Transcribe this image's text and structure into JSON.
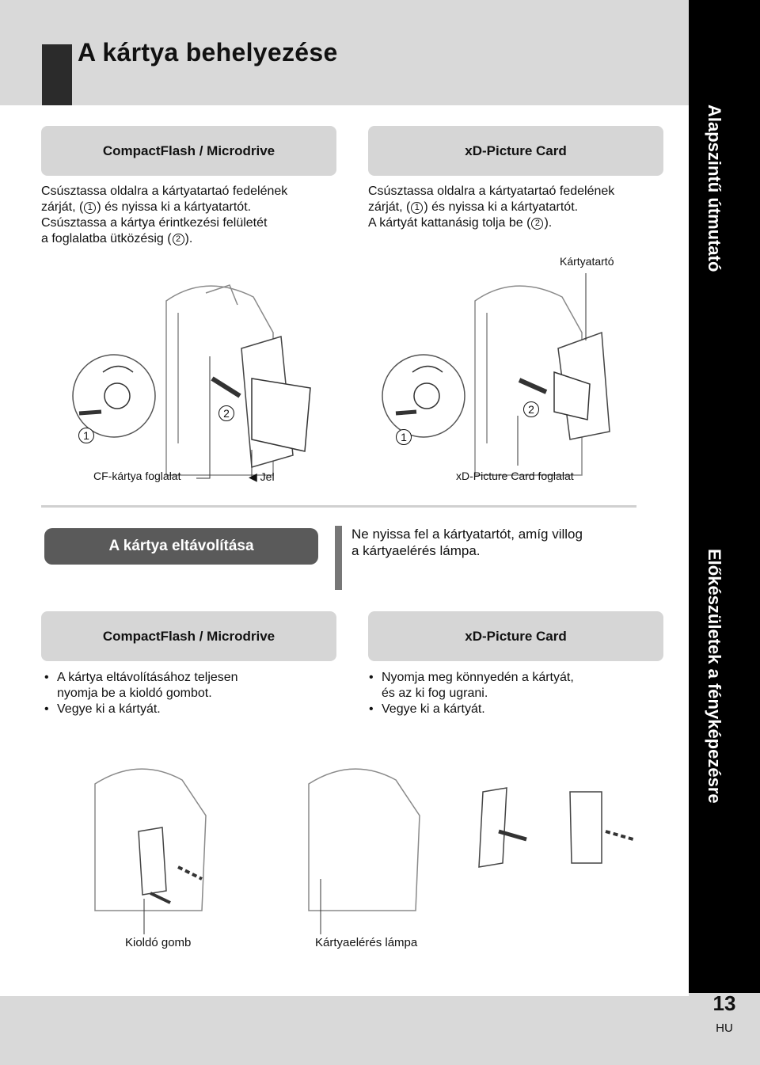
{
  "header": {
    "title": "A kártya behelyezése"
  },
  "sidebar": {
    "top_text": "Alapszintű útmutató",
    "bottom_text": "Előkészületek a fényképezésre"
  },
  "footer": {
    "page_number": "13",
    "language": "HU"
  },
  "insert": {
    "cf": {
      "tab": "CompactFlash / Microdrive",
      "line1": "Csúsztassa oldalra a kártyatartaó fedelének",
      "line2a": "zárját, (",
      "line2n": "1",
      "line2b": ") és nyissa ki a kártyatartót.",
      "line3": "Csúsztassa a kártya érintkezési felületét",
      "line4a": "a foglalatba ütközésig (",
      "line4n": "2",
      "line4b": ")."
    },
    "xd": {
      "tab": "xD-Picture Card",
      "line1": "Csúsztassa oldalra a kártyatartaó fedelének",
      "line2a": "zárját, (",
      "line2n": "1",
      "line2b": ") és nyissa ki a kártyatartót.",
      "line3a": "A kártyát kattanásig tolja be (",
      "line3n": "2",
      "line3b": ")."
    },
    "labels": {
      "card_holder": "Kártyatartó",
      "cf_slot": "CF-kártya foglalat",
      "mark": "◀ Jel",
      "xd_slot": "xD-Picture Card foglalat",
      "step1": "1",
      "step2": "2"
    }
  },
  "remove": {
    "title": "A kártya eltávolítása",
    "warning_line1": "Ne nyissa fel a kártyatartót, amíg villog",
    "warning_line2": "a kártyaelérés lámpa.",
    "cf": {
      "tab": "CompactFlash / Microdrive",
      "bullet1_line1": "A kártya eltávolításához teljesen",
      "bullet1_line2": "nyomja be a kioldó gombot.",
      "bullet2": "Vegye ki a kártyát."
    },
    "xd": {
      "tab": "xD-Picture Card",
      "bullet1_line1": "Nyomja meg könnyedén a kártyát,",
      "bullet1_line2": "és az ki fog ugrani.",
      "bullet2": "Vegye ki a kártyát."
    },
    "labels": {
      "eject_button": "Kioldó gomb",
      "access_lamp": "Kártyaelérés lámpa"
    }
  }
}
